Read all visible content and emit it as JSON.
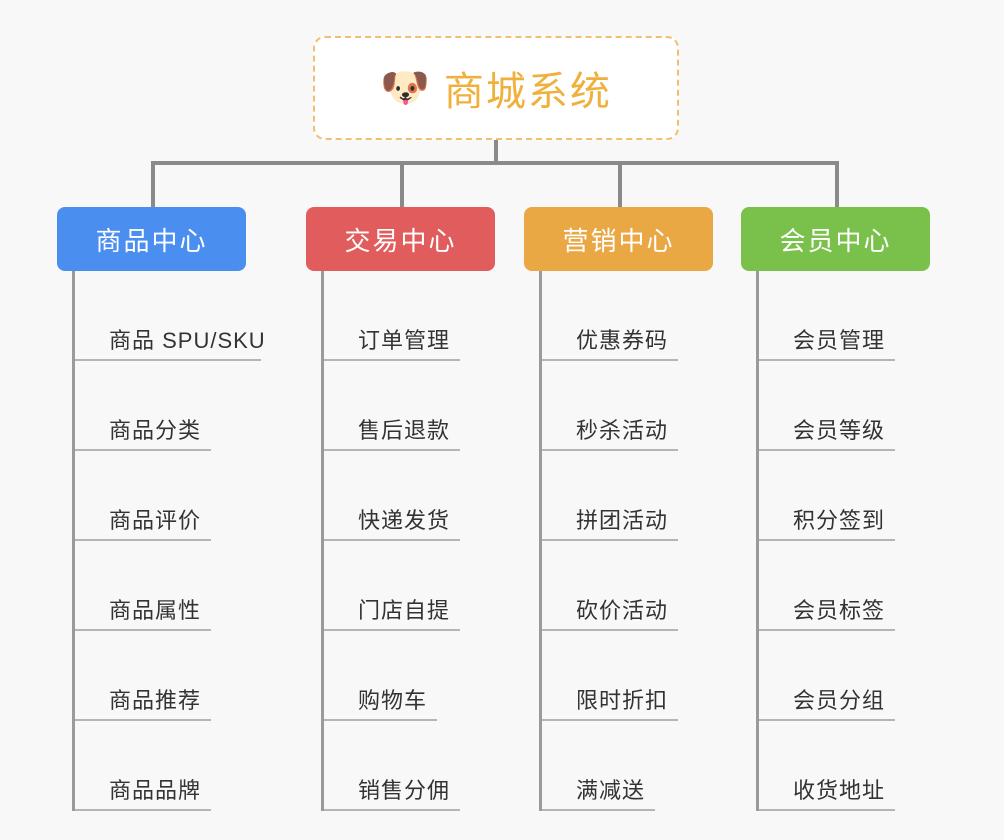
{
  "diagram": {
    "background_color": "#f8f8f8",
    "root": {
      "icon": "shiba-dog-face-icon",
      "icon_glyph": "🐶",
      "title": "商城系统",
      "text_color": "#f0b03c",
      "border_color": "#f0c070",
      "background_color": "#ffffff"
    },
    "connector_color": "#8a8a8a",
    "leaf_line_color": "#b5b5b5",
    "columns": [
      {
        "id": "product-center",
        "title": "商品中心",
        "color": "#4a8ef0",
        "items": [
          "商品 SPU/SKU",
          "商品分类",
          "商品评价",
          "商品属性",
          "商品推荐",
          "商品品牌"
        ]
      },
      {
        "id": "trade-center",
        "title": "交易中心",
        "color": "#e15c5c",
        "items": [
          "订单管理",
          "售后退款",
          "快递发货",
          "门店自提",
          "购物车",
          "销售分佣"
        ]
      },
      {
        "id": "marketing-center",
        "title": "营销中心",
        "color": "#eaa845",
        "items": [
          "优惠券码",
          "秒杀活动",
          "拼团活动",
          "砍价活动",
          "限时折扣",
          "满减送"
        ]
      },
      {
        "id": "member-center",
        "title": "会员中心",
        "color": "#79c14a",
        "items": [
          "会员管理",
          "会员等级",
          "积分签到",
          "会员标签",
          "会员分组",
          "收货地址"
        ]
      }
    ]
  }
}
